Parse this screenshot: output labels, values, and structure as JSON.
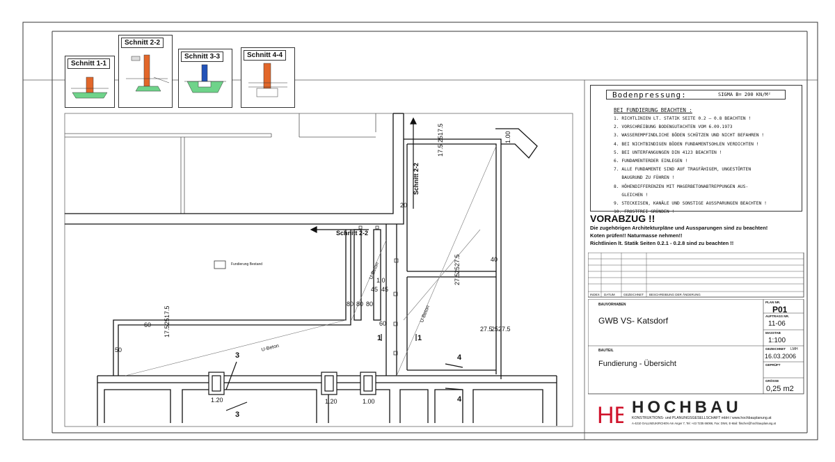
{
  "sections": [
    {
      "label": "Schnitt 1-1"
    },
    {
      "label": "Schnitt 2-2"
    },
    {
      "label": "Schnitt 3-3"
    },
    {
      "label": "Schnitt 4-4"
    }
  ],
  "plan_labels": {
    "section_arrow_2_2": "Schnitt 2-2",
    "section_label_2_2": "Schnitt 2-2",
    "fundierung_bestand": "Fundierung Bestand",
    "u_beton_1": "U-Beton",
    "u_beton_2": "U-Beton",
    "u_beton_3": "U-Beton",
    "marker_1a": "1",
    "marker_1b": "1",
    "marker_3a": "3",
    "marker_3b": "3",
    "marker_4a": "4",
    "marker_4b": "4"
  },
  "dimensions": {
    "d1": "1.20",
    "d2": "1.20",
    "d3": "1.00",
    "d4": "27.5",
    "d5": "25",
    "d6": "27.5",
    "d7": "45",
    "d8": "45",
    "d9": "80",
    "d10": "80",
    "d11": "80",
    "d12": "60",
    "d13": "60",
    "d14": "50",
    "d15": "17.5",
    "d16": "25",
    "d17": "17.5",
    "d18": "27.5",
    "d19": "25",
    "d20": "27.5",
    "d21": "1.00",
    "d22": "17.5",
    "d23": "25",
    "d24": "17.5",
    "d25": "20",
    "d26": "1.0",
    "d27": "40"
  },
  "notes_box": {
    "title": "Bodenpressung:",
    "sigma": "SIGMA B= 200 KN/M²",
    "heading": "BEI FUNDIERUNG BEACHTEN :",
    "items": [
      "1. RICHTLINIEN LT. STATIK SEITE 0.2 – 0.8 BEACHTEN !",
      "2. VORSCHREIBUNG BODENGUTACHTEN VOM 6.09.1973",
      "3. WASSEREMPFINDLICHE BÖDEN SCHÜTZEN UND NICHT BEFAHREN !",
      "4. BEI NICHTBINDIGEN BÖDEN FUNDAMENTSOHLEN VERDICHTEN !",
      "5. BEI UNTERFANGUNGEN DIN 4123 BEACHTEN !",
      "6. FUNDAMENTERDER EINLEGEN !",
      "7. ALLE FUNDAMENTE SIND AUF TRAGFÄHIGEM, UNGESTÖRTEN",
      "   BAUGRUND ZU FÜHREN !",
      "8. HÖHENDIFFERENZEN MIT MAGERBETONABTREPPUNGEN AUS-",
      "   GLEICHEN !",
      "9. STECKEISEN, KANÄLE UND SONSTIGE AUSSPARUNGEN BEACHTEN !",
      "10. FROSTFREI GRÜNDEN !"
    ]
  },
  "vorabzug": {
    "title": "VORABZUG !!",
    "lines": [
      "Die zugehörigen Architekturpläne und Aussparungen sind zu beachten!",
      "Koten prüfen!! Naturmasse nehmen!!",
      "Richtlinien lt. Statik Seiten 0.2.1 - 0.2.8 sind zu beachten !!"
    ]
  },
  "revision_header": {
    "index": "INDEX",
    "datum": "DATUM",
    "gezeichnet": "GEZEICHNET",
    "beschreibung": "BESCHREIBUNG DER ÄNDERUNG"
  },
  "title_block": {
    "bauvorhaben_label": "BAUVORHABEN",
    "bauvorhaben": "GWB VS- Katsdorf",
    "bauteil_label": "BAUTEIL",
    "bauteil": "Fundierung - Übersicht",
    "plan_nr_label": "PLAN NR.",
    "plan_nr": "P01",
    "auftrags_label": "AUFTRAGS NR.",
    "auftrags_nr": "11-06",
    "massstab_label": "MASSTAB",
    "massstab": "1:100",
    "gezeichnet_label": "GEZEICHNET",
    "gezeichnet_kurz": "LMH",
    "datum": "16.03.2006",
    "geprueft_label": "GEPRÜFT",
    "groesse_label": "GRÖSSE",
    "groesse": "0,25 m2"
  },
  "company": {
    "logo_letters": "HB",
    "name": "HOCHBAU",
    "line1": "KONSTRUKTIONS- und PLANUNGSGESELLSCHAFT mbH / www.hochbauplanung.at",
    "line2": "A-4210 GALLNEUKIRCHEN Am Anger 7, Tel: +43 7235 66066, Fax: DW4, E-Mail: ftischer@hochbauplanung.at",
    "accent_color": "#d0142c"
  }
}
